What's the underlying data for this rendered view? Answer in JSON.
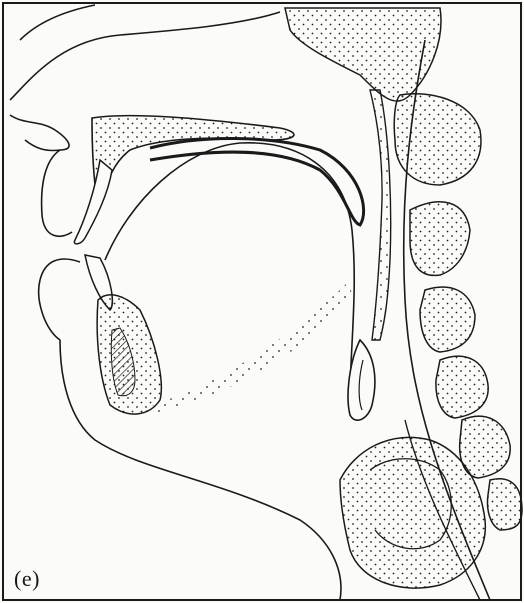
{
  "figure": {
    "panel_label": "(e)"
  },
  "colors": {
    "line": "#1a1a1a",
    "paper": "#fbfbf9",
    "stipple": "#222222"
  },
  "structures": [
    "face-profile-outline",
    "hard-palate",
    "soft-palate",
    "tongue-outline",
    "mandible",
    "hyoid-region",
    "pharyngeal-wall",
    "cervical-vertebrae",
    "epiglottis",
    "larynx"
  ]
}
